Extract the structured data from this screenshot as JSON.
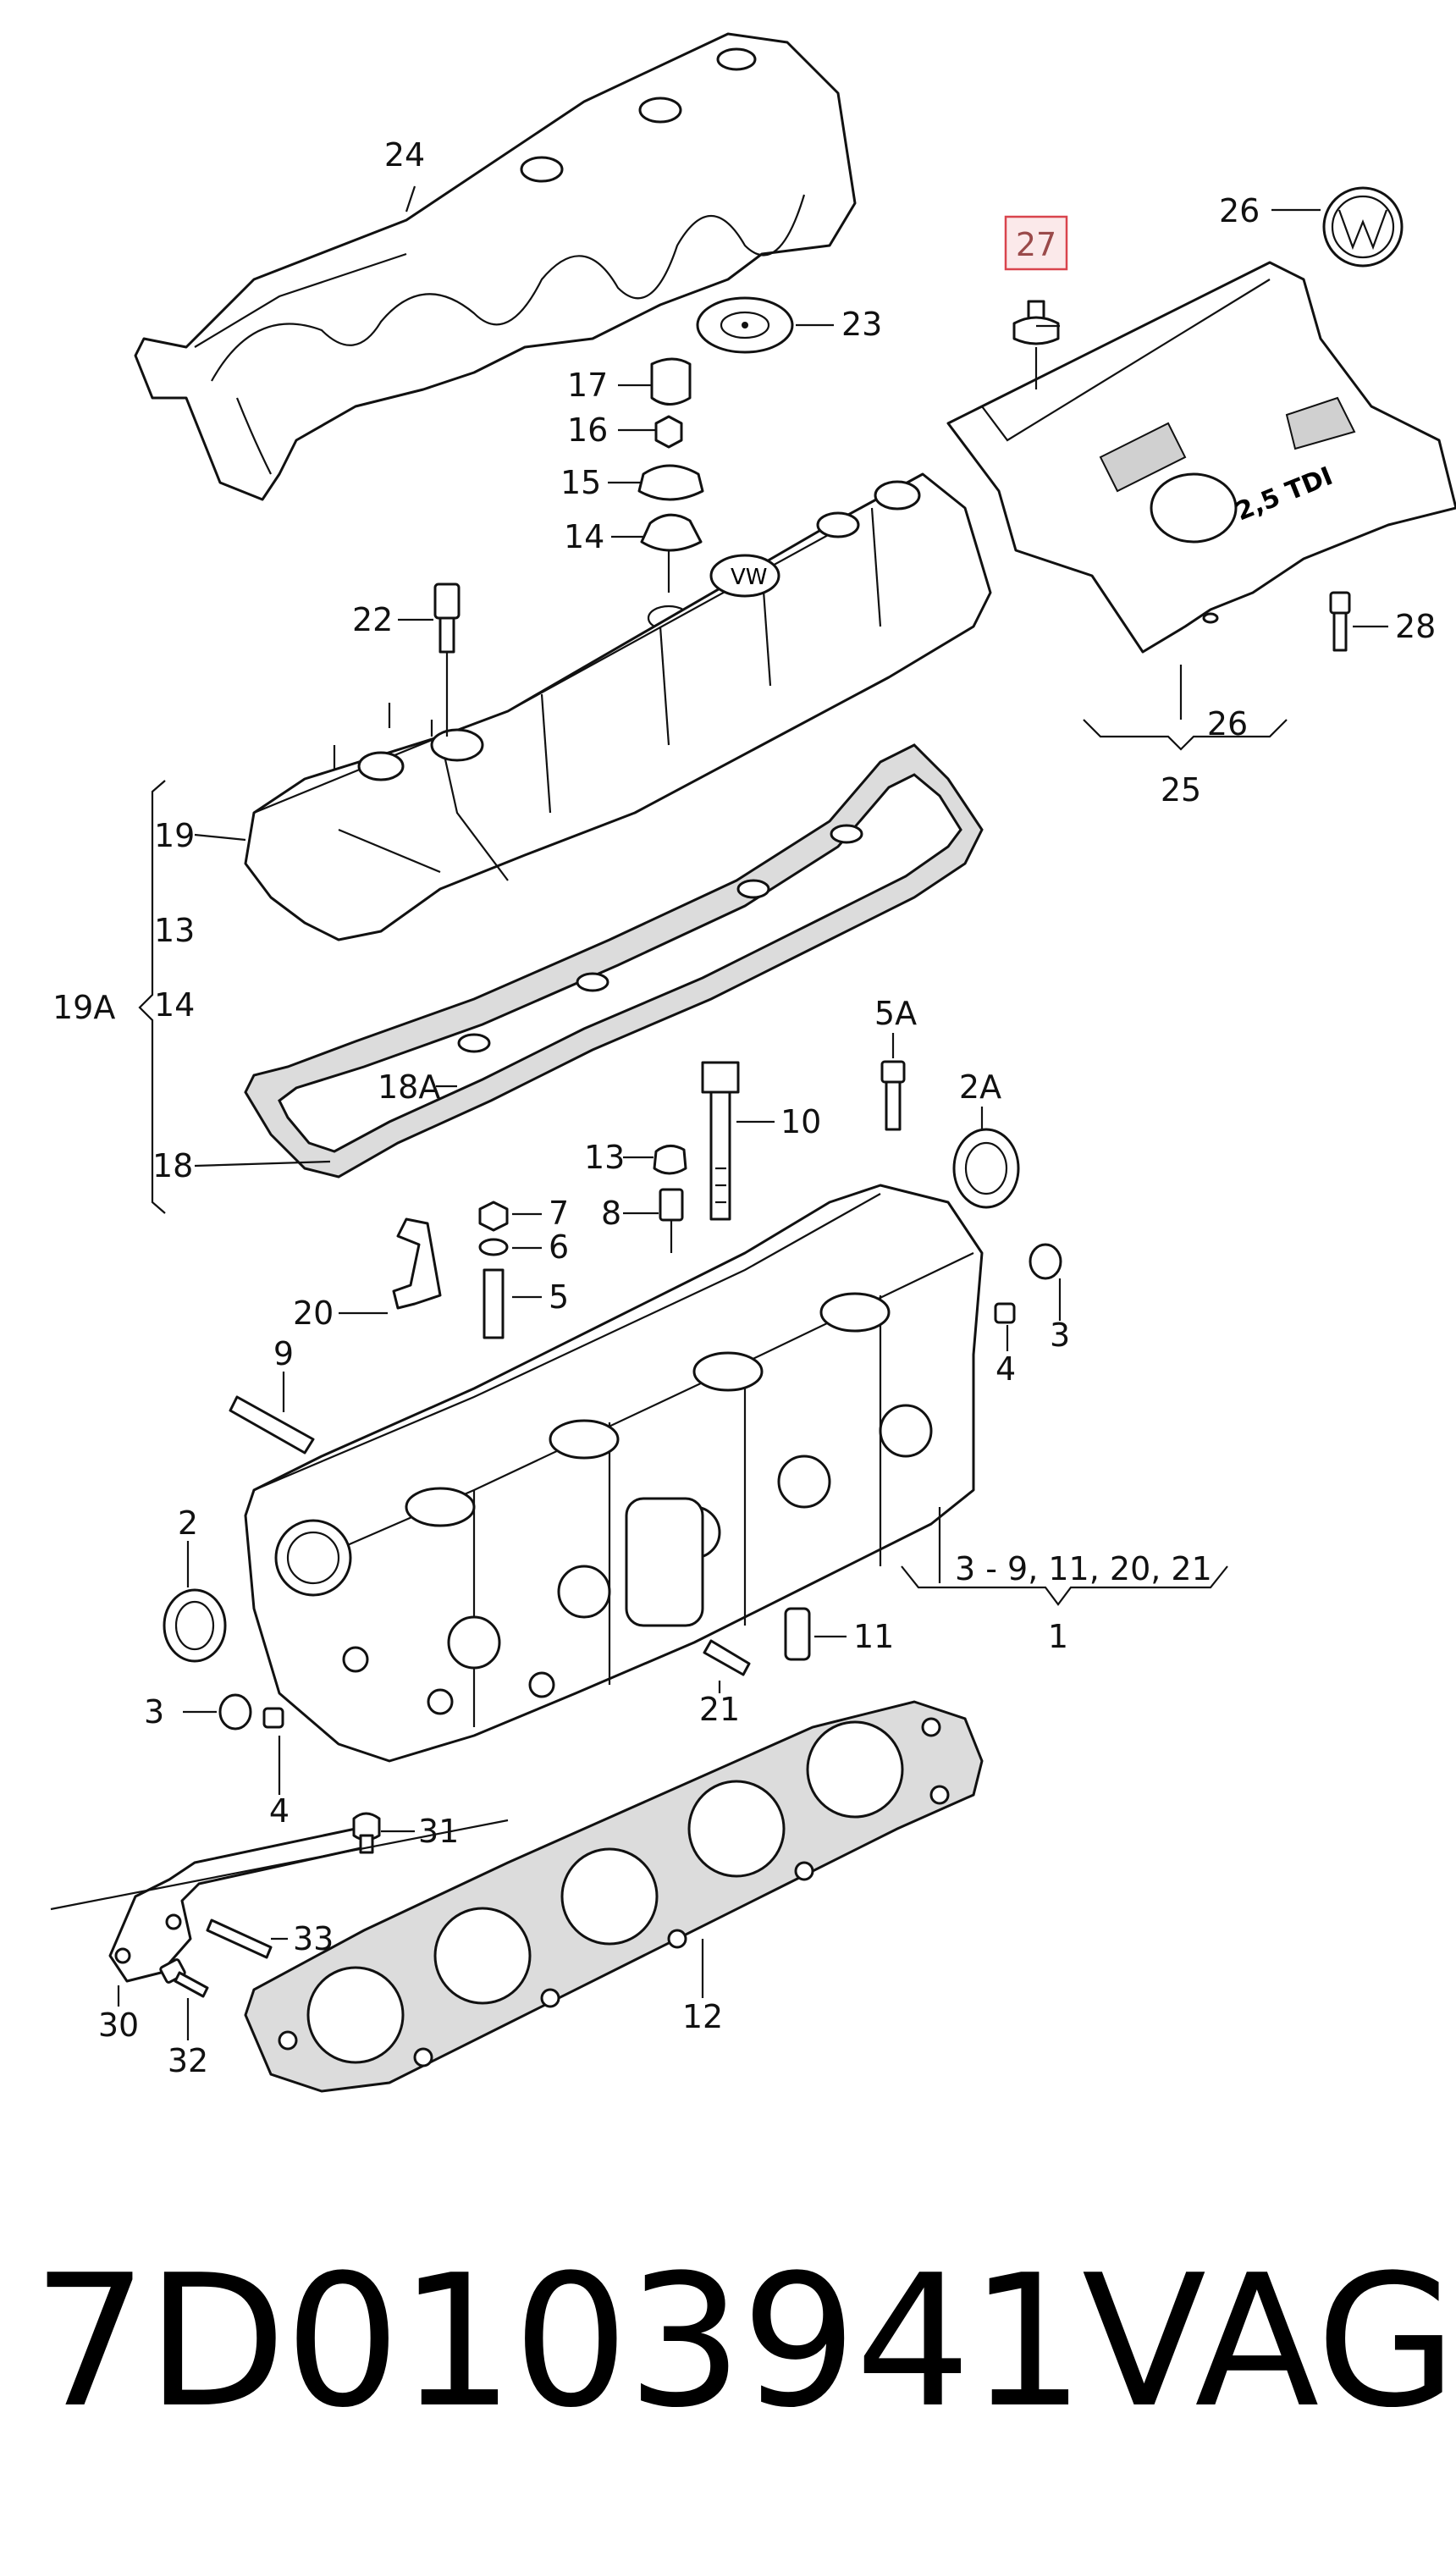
{
  "callouts": {
    "c24": "24",
    "c23": "23",
    "c17": "17",
    "c16": "16",
    "c15": "15",
    "c14a": "14",
    "c22": "22",
    "c19": "19",
    "c13a": "13",
    "c19A": "19A",
    "c14b": "14",
    "c18A": "18A",
    "c18": "18",
    "c27": "27",
    "c26a": "26",
    "c28": "28",
    "c26b": "26",
    "c25": "25",
    "c5A": "5A",
    "c2A": "2A",
    "c10": "10",
    "c13b": "13",
    "c8": "8",
    "c7": "7",
    "c6": "6",
    "c5": "5",
    "c20": "20",
    "c9": "9",
    "c3a": "3",
    "c4a": "4",
    "c2": "2",
    "c3to9": "3 - 9, 11, 20, 21",
    "c1": "1",
    "c11": "11",
    "c3b": "3",
    "c21": "21",
    "c4b": "4",
    "c31": "31",
    "c33": "33",
    "c30": "30",
    "c32": "32",
    "c12": "12"
  },
  "engine_cover_marking": "2,5 TDI",
  "part_number": "7D0103941",
  "brand": "VAG",
  "highlighted_callout": "27",
  "colors": {
    "highlight_fill": "#fbe9ea",
    "highlight_border": "#d9444d",
    "highlight_text": "#9a4a4a"
  }
}
